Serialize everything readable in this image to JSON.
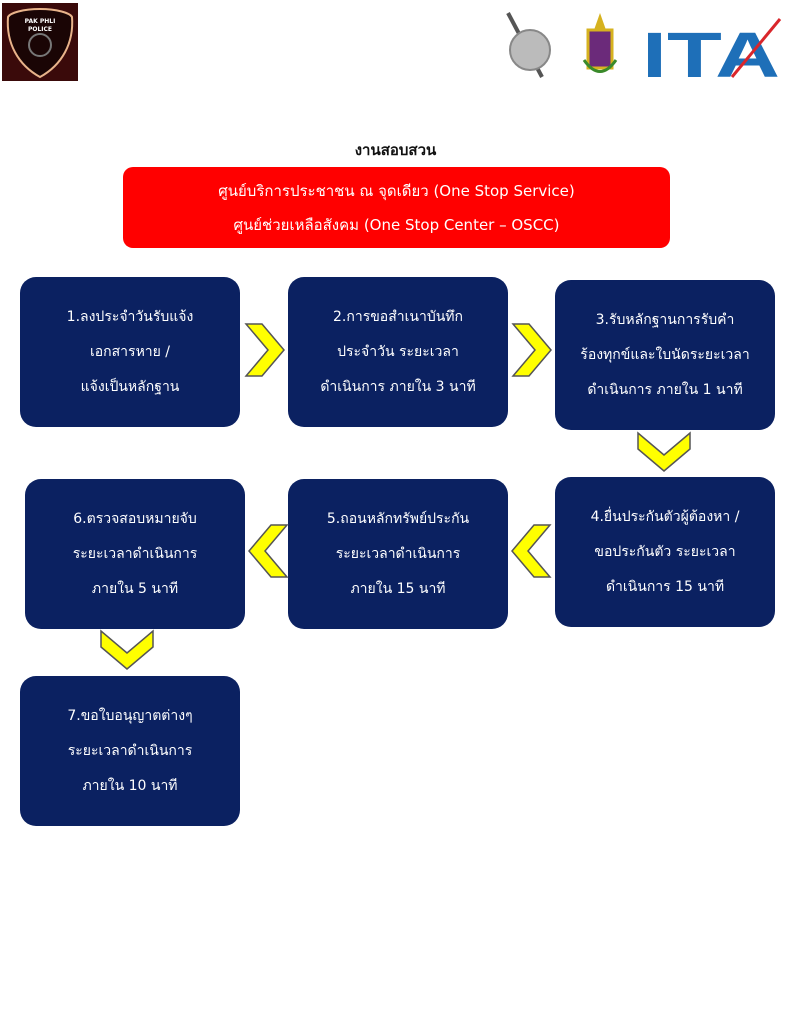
{
  "header": {
    "left_logo_text": "PAK PHLI POLICE",
    "right_logo_text": "ITA"
  },
  "title": "งานสอบสวน",
  "banner": {
    "line1": "ศูนย์บริการประชาชน ณ จุดเดียว (One Stop Service)",
    "line2": "ศูนย์ช่วยเหลือสังคม (One Stop Center – OSCC)"
  },
  "steps": [
    {
      "lines": [
        "1.ลงประจำวันรับแจ้ง",
        "เอกสารหาย /",
        "แจ้งเป็นหลักฐาน"
      ]
    },
    {
      "lines": [
        "2.การขอสำเนาบันทึก",
        "ประจำวัน ระยะเวลา",
        "ดำเนินการ ภายใน 3 นาที"
      ]
    },
    {
      "lines": [
        "3.รับหลักฐานการรับคำ",
        "ร้องทุกข์และใบนัดระยะเวลา",
        "ดำเนินการ ภายใน 1 นาที"
      ]
    },
    {
      "lines": [
        "4.ยื่นประกันตัวผู้ต้องหา /",
        "ขอประกันตัว ระยะเวลา",
        "ดำเนินการ 15 นาที"
      ]
    },
    {
      "lines": [
        "5.ถอนหลักทรัพย์ประกัน",
        "ระยะเวลาดำเนินการ",
        "ภายใน 15 นาที"
      ]
    },
    {
      "lines": [
        "6.ตรวจสอบหมายจับ",
        "ระยะเวลาดำเนินการ",
        "ภายใน 5 นาที"
      ]
    },
    {
      "lines": [
        "7.ขอใบอนุญาตต่างๆ",
        "ระยะเวลาดำเนินการ",
        "ภายใน 10 นาที"
      ]
    }
  ],
  "colors": {
    "step_bg": "#0b2161",
    "banner_bg": "#ff0000",
    "arrow": "#ffff00"
  }
}
